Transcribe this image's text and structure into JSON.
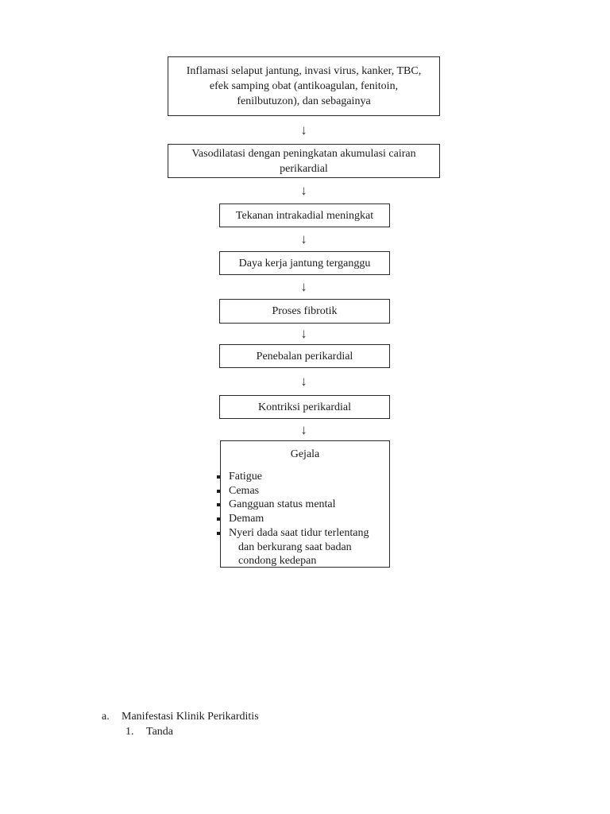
{
  "page": {
    "background_color": "#ffffff",
    "text_color": "#1c1c1c",
    "border_color": "#2a2a2a"
  },
  "flowchart": {
    "arrow_glyph": "↓",
    "boxes": [
      "Inflamasi selaput jantung, invasi virus, kanker, TBC,\nefek samping obat (antikoagulan, fenitoin,\nfenilbutuzon), dan sebagainya",
      "Vasodilatasi dengan peningkatan akumulasi cairan\nperikardial",
      "Tekanan intrakadial meningkat",
      "Daya kerja jantung terganggu",
      "Proses fibrotik",
      "Penebalan perikardial",
      "Kontriksi perikardial"
    ],
    "symptoms_box": {
      "title": "Gejala",
      "items": [
        "Fatigue",
        "Cemas",
        "Gangguan status mental",
        "Demam",
        "Nyeri dada saat tidur terlentang\ndan berkurang saat badan\ncondong kedepan"
      ]
    }
  },
  "footer": {
    "item_a_marker": "a.",
    "item_a_label": "Manifestasi Klinik Perikarditis",
    "item_1_marker": "1.",
    "item_1_label": "Tanda"
  }
}
